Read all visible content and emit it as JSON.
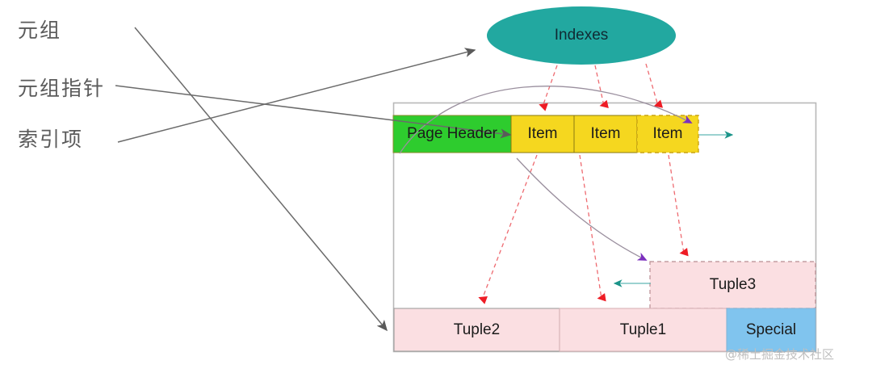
{
  "annotations": {
    "tuple": "元组",
    "tuple_pointer": "元组指针",
    "index_item": "索引项"
  },
  "diagram": {
    "index_node": {
      "label": "Indexes",
      "fill": "#22a8a0"
    },
    "page": {
      "header": {
        "label": "Page Header",
        "fill": "#2ecc2e"
      },
      "items": [
        {
          "label": "Item",
          "fill": "#f5d71f",
          "border": "solid"
        },
        {
          "label": "Item",
          "fill": "#f5d71f",
          "border": "solid"
        },
        {
          "label": "Item",
          "fill": "#f5d71f",
          "border": "dashed"
        }
      ],
      "tuples": [
        {
          "label": "Tuple2",
          "fill": "#fbdfe2",
          "border": "solid"
        },
        {
          "label": "Tuple1",
          "fill": "#fbdfe2",
          "border": "solid"
        },
        {
          "label": "Tuple3",
          "fill": "#fbdfe2",
          "border": "dashed"
        }
      ],
      "special": {
        "label": "Special",
        "fill": "#80c4ee"
      }
    },
    "colors": {
      "index_arrow": "#ee1c25",
      "pointer_arrow": "#22a8a0",
      "leader_line": "#6b6b6b",
      "curve_arrow": "#7b2fbe",
      "frame": "#b8b8b8"
    }
  },
  "watermark": "@稀土掘金技术社区"
}
